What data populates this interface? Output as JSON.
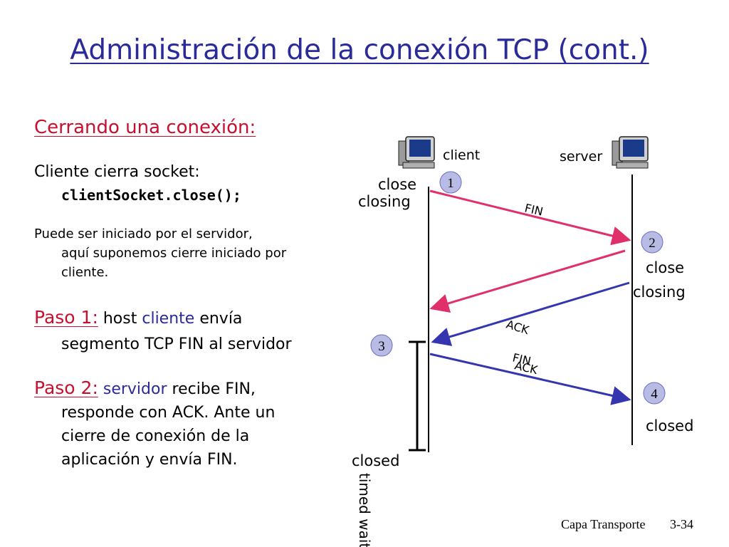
{
  "title": "Administración de la conexión TCP (cont.)",
  "heading": "Cerrando una conexión:",
  "bullets": {
    "b1_text": "Cliente cierra socket:",
    "b1_code": "clientSocket.close();",
    "b2_first": "Puede ser iniciado por el servidor,",
    "b2_line2": "aquí suponemos cierre iniciado por",
    "b2_line3": "cliente.",
    "step1_label": "Paso 1:",
    "step1_word1": " host ",
    "step1_highlight": "cliente",
    "step1_word2": " envía",
    "step1_line2": "segmento TCP FIN al servidor",
    "step2_label": "Paso 2:",
    "step2_highlight": "servidor",
    "step2_word": " recibe FIN,",
    "step2_line2": "responde con ACK. Ante un",
    "step2_line3": "cierre de conexión de la",
    "step2_line4": "aplicación y envía FIN."
  },
  "diagram": {
    "client_label": "client",
    "server_label": "server",
    "client_close": "close",
    "client_closing": "closing",
    "server_close": "close",
    "server_closing": "closing",
    "server_closed": "closed",
    "client_closed": "closed",
    "timed_wait": "timed wait",
    "msg_fin_1": "FIN",
    "msg_ack_1": "ACK",
    "msg_fin_2": "FIN",
    "msg_ack_2": "ACK",
    "step_numbers": [
      "1",
      "2",
      "3",
      "4"
    ],
    "colors": {
      "fin": "#e0306a",
      "ack": "#3535b0",
      "step_circle": "#b8bce4"
    }
  },
  "footer": {
    "text": "Capa Transporte",
    "page": "3-34"
  }
}
